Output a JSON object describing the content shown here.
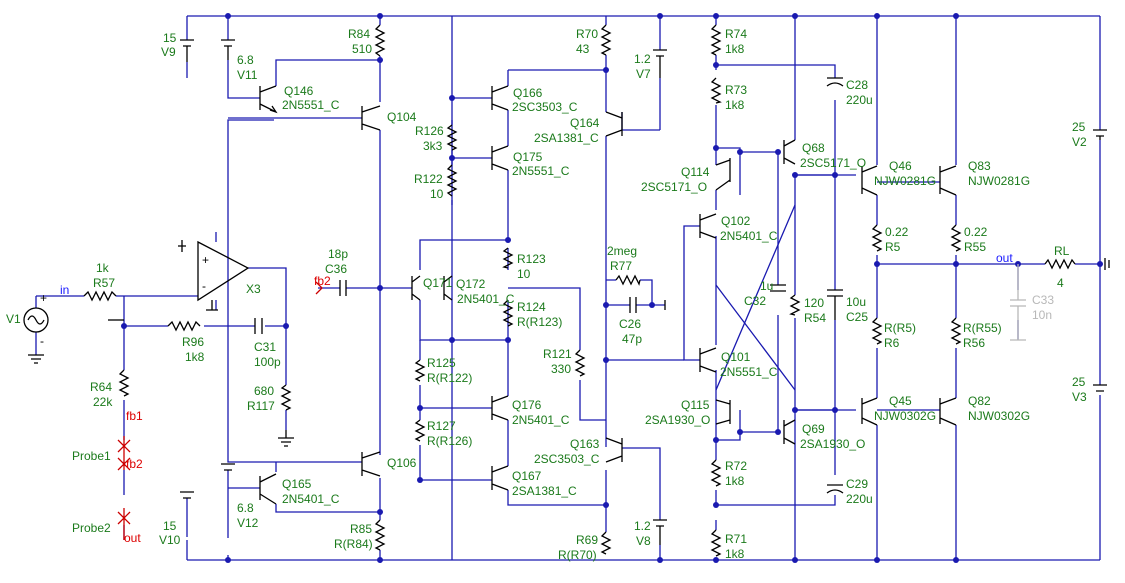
{
  "components": {
    "V9": {
      "name": "V9",
      "value": "15"
    },
    "V10": {
      "name": "V10",
      "value": "15"
    },
    "V11": {
      "name": "V11",
      "value": "6.8"
    },
    "V12": {
      "name": "V12",
      "value": "6.8"
    },
    "V7": {
      "name": "V7",
      "value": "1.2"
    },
    "V8": {
      "name": "V8",
      "value": "1.2"
    },
    "V2": {
      "name": "V2",
      "value": "25"
    },
    "V3": {
      "name": "V3",
      "value": "25"
    },
    "V1": {
      "name": "V1"
    },
    "R84": {
      "name": "R84",
      "value": "510"
    },
    "R85": {
      "name": "R85",
      "value": "R(R84)"
    },
    "R57": {
      "name": "R57",
      "value": "1k"
    },
    "R96": {
      "name": "R96",
      "value": "1k8"
    },
    "R64": {
      "name": "R64",
      "value": "22k"
    },
    "R117": {
      "name": "R117",
      "value": "680"
    },
    "R126": {
      "name": "R126",
      "value": "3k3"
    },
    "R122": {
      "name": "R122",
      "value": "10"
    },
    "R123": {
      "name": "R123",
      "value": "10"
    },
    "R124": {
      "name": "R124",
      "value": "R(R123)"
    },
    "R125": {
      "name": "R125",
      "value": "R(R122)"
    },
    "R127": {
      "name": "R127",
      "value": "R(R126)"
    },
    "R121": {
      "name": "R121",
      "value": "330"
    },
    "R70": {
      "name": "R70",
      "value": "43"
    },
    "R69": {
      "name": "R69",
      "value": "R(R70)"
    },
    "R77": {
      "name": "R77",
      "value": "2meg"
    },
    "R74": {
      "name": "R74",
      "value": "1k8"
    },
    "R73": {
      "name": "R73",
      "value": "1k8"
    },
    "R72": {
      "name": "R72",
      "value": "1k8"
    },
    "R71": {
      "name": "R71",
      "value": "1k8"
    },
    "R54": {
      "name": "R54",
      "value": "120"
    },
    "R5": {
      "name": "R5",
      "value": "0.22"
    },
    "R55": {
      "name": "R55",
      "value": "0.22"
    },
    "R6": {
      "name": "R6",
      "value": "R(R5)"
    },
    "R56": {
      "name": "R56",
      "value": "R(R55)"
    },
    "RL": {
      "name": "RL",
      "value": "4"
    },
    "C36": {
      "name": "C36",
      "value": "18p"
    },
    "C31": {
      "name": "C31",
      "value": "100p"
    },
    "C26": {
      "name": "C26",
      "value": "47p"
    },
    "C32": {
      "name": "C32",
      "value": "1u"
    },
    "C25": {
      "name": "C25",
      "value": "10u"
    },
    "C28": {
      "name": "C28",
      "value": "220u"
    },
    "C29": {
      "name": "C29",
      "value": "220u"
    },
    "C33": {
      "name": "C33",
      "value": "10n"
    },
    "Q146": {
      "name": "Q146",
      "part": "2N5551_C"
    },
    "Q165": {
      "name": "Q165",
      "part": "2N5401_C"
    },
    "Q104": {
      "name": "Q104"
    },
    "Q106": {
      "name": "Q106"
    },
    "Q166": {
      "name": "Q166",
      "part": "2SC3503_C"
    },
    "Q175": {
      "name": "Q175",
      "part": "2N5551_C"
    },
    "Q171": {
      "name": "Q171"
    },
    "Q172": {
      "name": "Q172",
      "part": "2N5401_C"
    },
    "Q176": {
      "name": "Q176",
      "part": "2N5401_C"
    },
    "Q167": {
      "name": "Q167",
      "part": "2SA1381_C"
    },
    "Q164": {
      "name": "Q164",
      "part": "2SA1381_C"
    },
    "Q163": {
      "name": "Q163",
      "part": "2SC3503_C"
    },
    "Q114": {
      "name": "Q114",
      "part": "2SC5171_O"
    },
    "Q68": {
      "name": "Q68",
      "part": "2SC5171_O"
    },
    "Q102": {
      "name": "Q102",
      "part": "2N5401_C"
    },
    "Q101": {
      "name": "Q101",
      "part": "2N5551_C"
    },
    "Q115": {
      "name": "Q115",
      "part": "2SA1930_O"
    },
    "Q69": {
      "name": "Q69",
      "part": "2SA1930_O"
    },
    "Q46": {
      "name": "Q46",
      "part": "NJW0281G"
    },
    "Q83": {
      "name": "Q83",
      "part": "NJW0281G"
    },
    "Q45": {
      "name": "Q45",
      "part": "NJW0302G"
    },
    "Q82": {
      "name": "Q82",
      "part": "NJW0302G"
    },
    "X3": {
      "name": "X3"
    },
    "Probe1": {
      "name": "Probe1"
    },
    "Probe2": {
      "name": "Probe2"
    }
  },
  "nodes": {
    "in": "in",
    "out_main": "out",
    "out_probe": "out",
    "fb1": "fb1",
    "fb2_probe": "fb2",
    "fb2_cap": "fb2"
  },
  "colors": {
    "wire": "#1a1ab0",
    "label": "#1b7a1b",
    "probe": "#dd0000",
    "node": "#1a1aff",
    "disabled": "#b8b8b8"
  }
}
